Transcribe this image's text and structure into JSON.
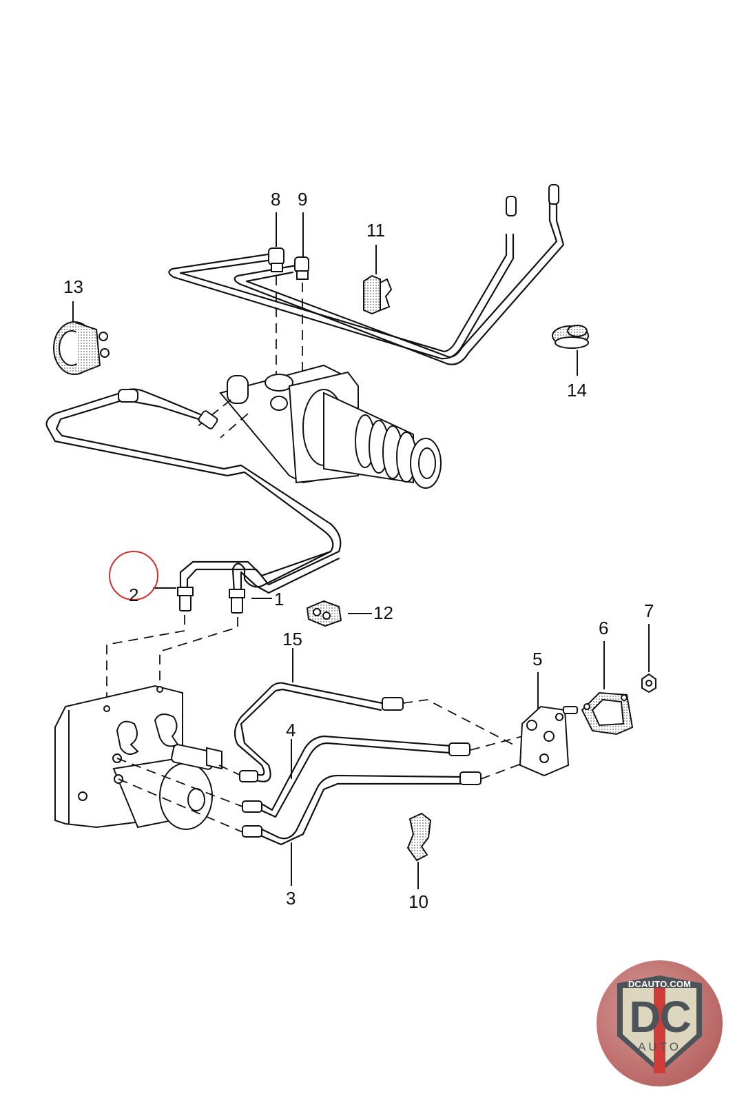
{
  "diagram": {
    "title": "Brake lines / ABS hydraulic unit exploded parts diagram",
    "callouts": [
      {
        "id": "1",
        "label": "1"
      },
      {
        "id": "2",
        "label": "2",
        "highlighted": true
      },
      {
        "id": "3",
        "label": "3"
      },
      {
        "id": "4",
        "label": "4"
      },
      {
        "id": "5",
        "label": "5"
      },
      {
        "id": "6",
        "label": "6"
      },
      {
        "id": "7",
        "label": "7"
      },
      {
        "id": "8",
        "label": "8"
      },
      {
        "id": "9",
        "label": "9"
      },
      {
        "id": "10",
        "label": "10"
      },
      {
        "id": "11",
        "label": "11"
      },
      {
        "id": "12",
        "label": "12"
      },
      {
        "id": "13",
        "label": "13"
      },
      {
        "id": "14",
        "label": "14"
      },
      {
        "id": "15",
        "label": "15"
      }
    ],
    "highlight_color": "#d0312d"
  },
  "logo": {
    "url_text": "DCAUTO.COM",
    "mark_text": "DC",
    "sub_text": "AUTO",
    "colors": {
      "shield": "#4d5459",
      "stripe": "#cf3d3a",
      "field": "#dcd6bf",
      "background": "#b96765"
    }
  }
}
